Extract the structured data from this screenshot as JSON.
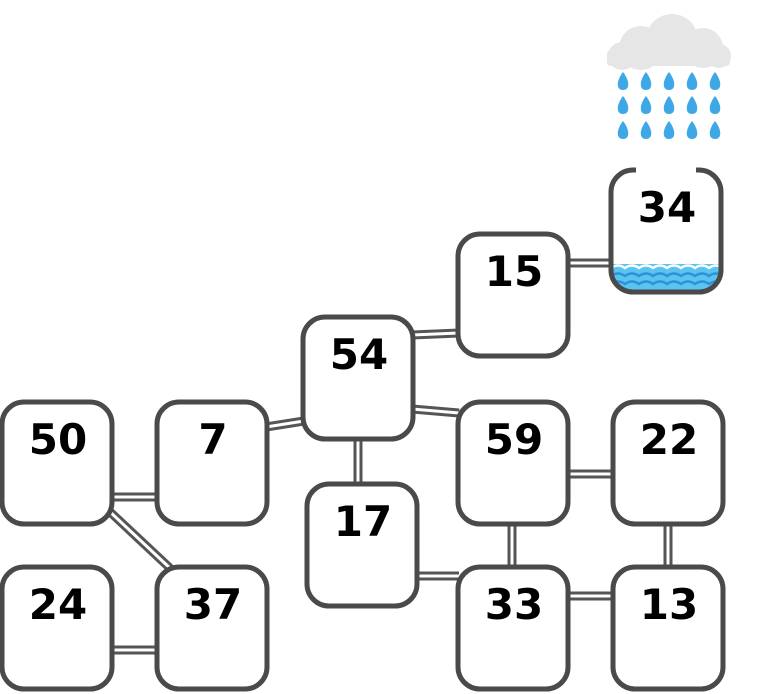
{
  "puzzle": {
    "tanks": [
      {
        "id": "t50",
        "label": "50"
      },
      {
        "id": "t7",
        "label": "7"
      },
      {
        "id": "t54",
        "label": "54"
      },
      {
        "id": "t15",
        "label": "15"
      },
      {
        "id": "t34",
        "label": "34",
        "has_water": true,
        "open_top": true
      },
      {
        "id": "t59",
        "label": "59"
      },
      {
        "id": "t22",
        "label": "22"
      },
      {
        "id": "t17",
        "label": "17"
      },
      {
        "id": "t24",
        "label": "24"
      },
      {
        "id": "t37",
        "label": "37"
      },
      {
        "id": "t33",
        "label": "33"
      },
      {
        "id": "t13",
        "label": "13"
      }
    ],
    "pipes": [
      [
        "t50",
        "t7"
      ],
      [
        "t50",
        "t37"
      ],
      [
        "t7",
        "t54"
      ],
      [
        "t54",
        "t15"
      ],
      [
        "t15",
        "t34"
      ],
      [
        "t54",
        "t59"
      ],
      [
        "t54",
        "t17"
      ],
      [
        "t59",
        "t22"
      ],
      [
        "t59",
        "t33"
      ],
      [
        "t22",
        "t13"
      ],
      [
        "t17",
        "t33"
      ],
      [
        "t33",
        "t13"
      ],
      [
        "t24",
        "t37"
      ]
    ],
    "rain_source": {
      "target": "t34"
    }
  },
  "colors": {
    "tank_stroke": "#4a4a4a",
    "pipe": "#555555",
    "water": "#5bc3f0",
    "wave": "#2c93d6",
    "rain_drop": "#3ea8e6",
    "cloud": "#e6e6e6"
  },
  "icons": {
    "cloud": "rain-cloud-icon",
    "drop": "raindrop-icon",
    "water": "water-wave-icon"
  }
}
